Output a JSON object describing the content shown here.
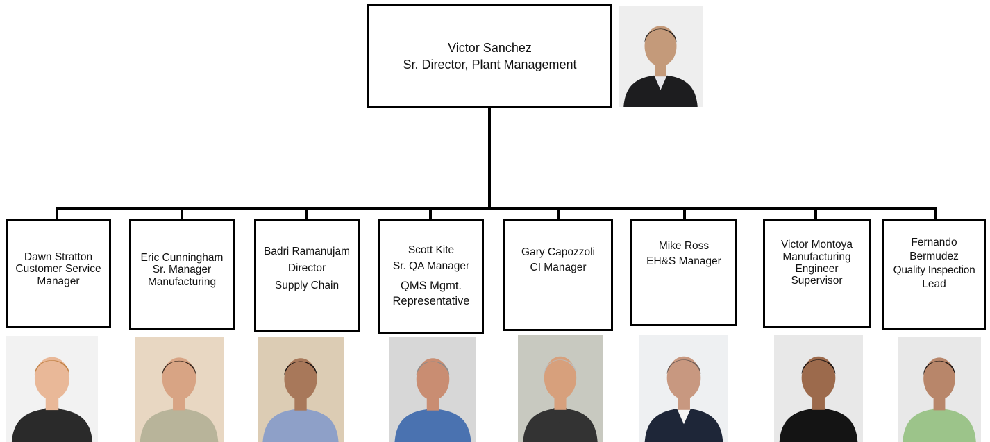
{
  "top": {
    "name": "Victor Sanchez",
    "title": "Sr. Director, Plant Management",
    "photo": {
      "background": "#eeeeee",
      "skin": "#c49a7a",
      "hair": "#2a2420",
      "clothing": "#1d1d1f",
      "shirt": "#e6e6ea"
    }
  },
  "reports": [
    {
      "lines": [
        "Dawn Stratton",
        "Customer Service",
        "Manager"
      ],
      "photo": {
        "background": "#f2f2f2",
        "skin": "#e9b898",
        "hair": "#c4854a",
        "clothing": "#2a2a2a",
        "shirt": "#2a2a2a"
      }
    },
    {
      "lines": [
        "Eric Cunningham",
        "Sr. Manager",
        "Manufacturing"
      ],
      "photo": {
        "background": "#e8d7c2",
        "skin": "#d8a484",
        "hair": "#3a2a20",
        "clothing": "#b8b49a",
        "shirt": "#b8b49a"
      }
    },
    {
      "lines": [
        "Badri Ramanujam",
        "Director",
        "Supply Chain"
      ],
      "photo": {
        "background": "#dcccb4",
        "skin": "#a8785a",
        "hair": "#1a1412",
        "clothing": "#8ea0c8",
        "shirt": "#8ea0c8"
      }
    },
    {
      "lines": [
        "Scott Kite",
        "Sr. QA Manager"
      ],
      "extra": [
        "QMS Mgmt.",
        "Representative"
      ],
      "photo": {
        "background": "#d7d7d7",
        "skin": "#c98d72",
        "hair": "#8b8b8b",
        "clothing": "#4a72b0",
        "shirt": "#4a72b0"
      }
    },
    {
      "lines": [
        "Gary Capozzoli",
        "CI Manager"
      ],
      "photo": {
        "background": "#c8c9c0",
        "skin": "#d7a07c",
        "hair": "#bcbcbc",
        "clothing": "#333333",
        "shirt": "#333333"
      }
    },
    {
      "lines": [
        "Mike Ross",
        "EH&S Manager"
      ],
      "photo": {
        "background": "#eef0f2",
        "skin": "#c89880",
        "hair": "#6b5b55",
        "clothing": "#1e2638",
        "shirt": "#f4f4f4"
      }
    },
    {
      "lines": [
        "Victor Montoya",
        "Manufacturing",
        "Engineer",
        "Supervisor"
      ],
      "photo": {
        "background": "#e8e8e8",
        "skin": "#9c6a4c",
        "hair": "#1a1412",
        "clothing": "#141414",
        "shirt": "#141414"
      }
    },
    {
      "lines": [
        "Fernando",
        "Bermudez",
        "Quality Inspection",
        "Lead"
      ],
      "photo": {
        "background": "#e8e8e8",
        "skin": "#b8866a",
        "hair": "#1a1412",
        "clothing": "#9cc48a",
        "shirt": "#9cc48a"
      }
    }
  ]
}
